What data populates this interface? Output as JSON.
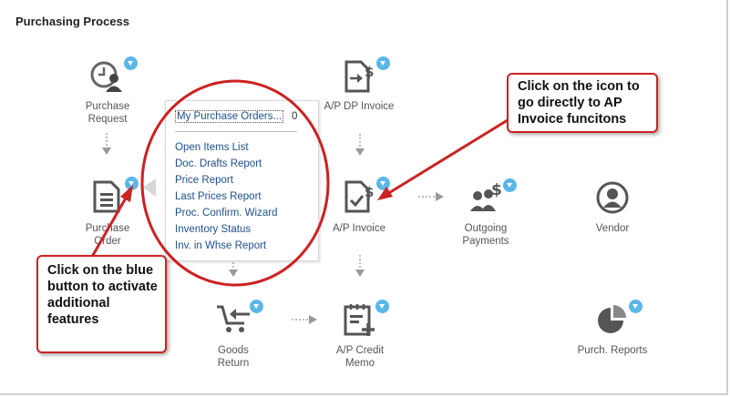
{
  "page_title": "Purchasing Process",
  "nodes": {
    "purchase_request": {
      "label_line1": "Purchase",
      "label_line2": "Request",
      "icon": "clock-user-icon"
    },
    "purchase_order": {
      "label_line1": "Purchase",
      "label_line2": "Order",
      "icon": "document-icon"
    },
    "goods_return": {
      "label_line1": "Goods",
      "label_line2": "Return",
      "icon": "cart-return-icon"
    },
    "ap_dp_invoice": {
      "label": "A/P DP Invoice",
      "icon": "dollar-document-icon"
    },
    "ap_invoice": {
      "label": "A/P Invoice",
      "icon": "invoice-icon"
    },
    "ap_credit_memo": {
      "label_line1": "A/P Credit",
      "label_line2": "Memo",
      "icon": "credit-memo-icon"
    },
    "outgoing_payments": {
      "label_line1": "Outgoing",
      "label_line2": "Payments",
      "icon": "payment-people-icon"
    },
    "vendor": {
      "label": "Vendor",
      "icon": "user-circle-icon"
    },
    "purch_reports": {
      "label": "Purch. Reports",
      "icon": "pie-chart-icon"
    }
  },
  "popup": {
    "header_link": "My Purchase Orders...",
    "header_count": "0",
    "items": [
      "Open Items List",
      "Doc. Drafts Report",
      "Price Report",
      "Last Prices Report",
      "Proc. Confirm. Wizard",
      "Inventory Status",
      "Inv. in Whse Report"
    ]
  },
  "callouts": {
    "icon_tip": "Click on the icon to go directly to AP Invoice funcitons",
    "blue_button_tip": "Click on the blue button to activate additional features"
  },
  "colors": {
    "badge": "#5bb7e8",
    "annotation_red": "#cc2222",
    "link_blue": "#1f4f8a",
    "icon_gray": "#555555"
  }
}
